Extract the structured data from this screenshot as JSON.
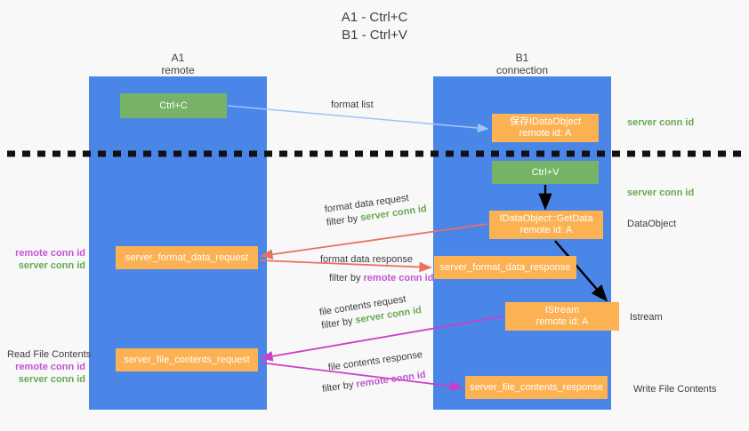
{
  "title": {
    "line1": "A1 - Ctrl+C",
    "line2": "B1 - Ctrl+V"
  },
  "columns": {
    "left": {
      "name": "A1",
      "role": "remote"
    },
    "right": {
      "name": "B1",
      "role": "connection"
    }
  },
  "boxes": {
    "ctrl_c": {
      "line1": "Ctrl+C",
      "line2": "",
      "color": "#76b367"
    },
    "save_dataobject": {
      "line1": "保存IDataObject",
      "line2": "remote id: A",
      "color": "#fcb152"
    },
    "ctrl_v": {
      "line1": "Ctrl+V",
      "line2": "",
      "color": "#76b367"
    },
    "getdata": {
      "line1": "IDataObject::GetData",
      "line2": "remote id: A",
      "color": "#fcb152"
    },
    "server_format_data_request": {
      "line1": "server_format_data_request",
      "line2": "",
      "color": "#fcb152"
    },
    "server_format_data_response": {
      "line1": "server_format_data_response",
      "line2": "",
      "color": "#fcb152"
    },
    "istream": {
      "line1": "IStream",
      "line2": "remote id: A",
      "color": "#fcb152"
    },
    "server_file_contents_request": {
      "line1": "server_file_contents_request",
      "line2": "",
      "color": "#fcb152"
    },
    "server_file_contents_response": {
      "line1": "server_file_contents_response",
      "line2": "",
      "color": "#fcb152"
    }
  },
  "arrow_labels": {
    "format_list": "format list",
    "format_data_request": "format data request",
    "format_data_request_filter_prefix": "filter by ",
    "format_data_request_filter_value": "server conn id",
    "format_data_response": "format data response",
    "format_data_response_filter_prefix": "filter by ",
    "format_data_response_filter_value": "remote conn id",
    "file_contents_request": "file contents request",
    "file_contents_request_filter_prefix": "filter by ",
    "file_contents_request_filter_value": "server conn id",
    "file_contents_response": "file contents response",
    "file_contents_response_filter_prefix": "filter by ",
    "file_contents_response_filter_value": "remote conn id"
  },
  "side_labels": {
    "server_conn_id_top": "server conn id",
    "server_conn_id_mid": "server conn id",
    "dataobject": "DataObject",
    "istream": "Istream",
    "write_file_contents": "Write File Contents",
    "read_file_contents": "Read File Contents",
    "left_remote_conn_id_1": "remote conn id",
    "left_server_conn_id_1": "server conn id",
    "left_remote_conn_id_2": "remote conn id",
    "left_server_conn_id_2": "server conn id"
  },
  "colors": {
    "band": "#4a86e8",
    "green": "#6aa84f",
    "orange": "#fcb152",
    "purple": "#c355d4",
    "red_arrow": "#e8715f",
    "magenta_arrow": "#cc3ec8",
    "light_blue_arrow": "#9fc5f8",
    "black": "#000000",
    "background": "#f8f8f8"
  }
}
